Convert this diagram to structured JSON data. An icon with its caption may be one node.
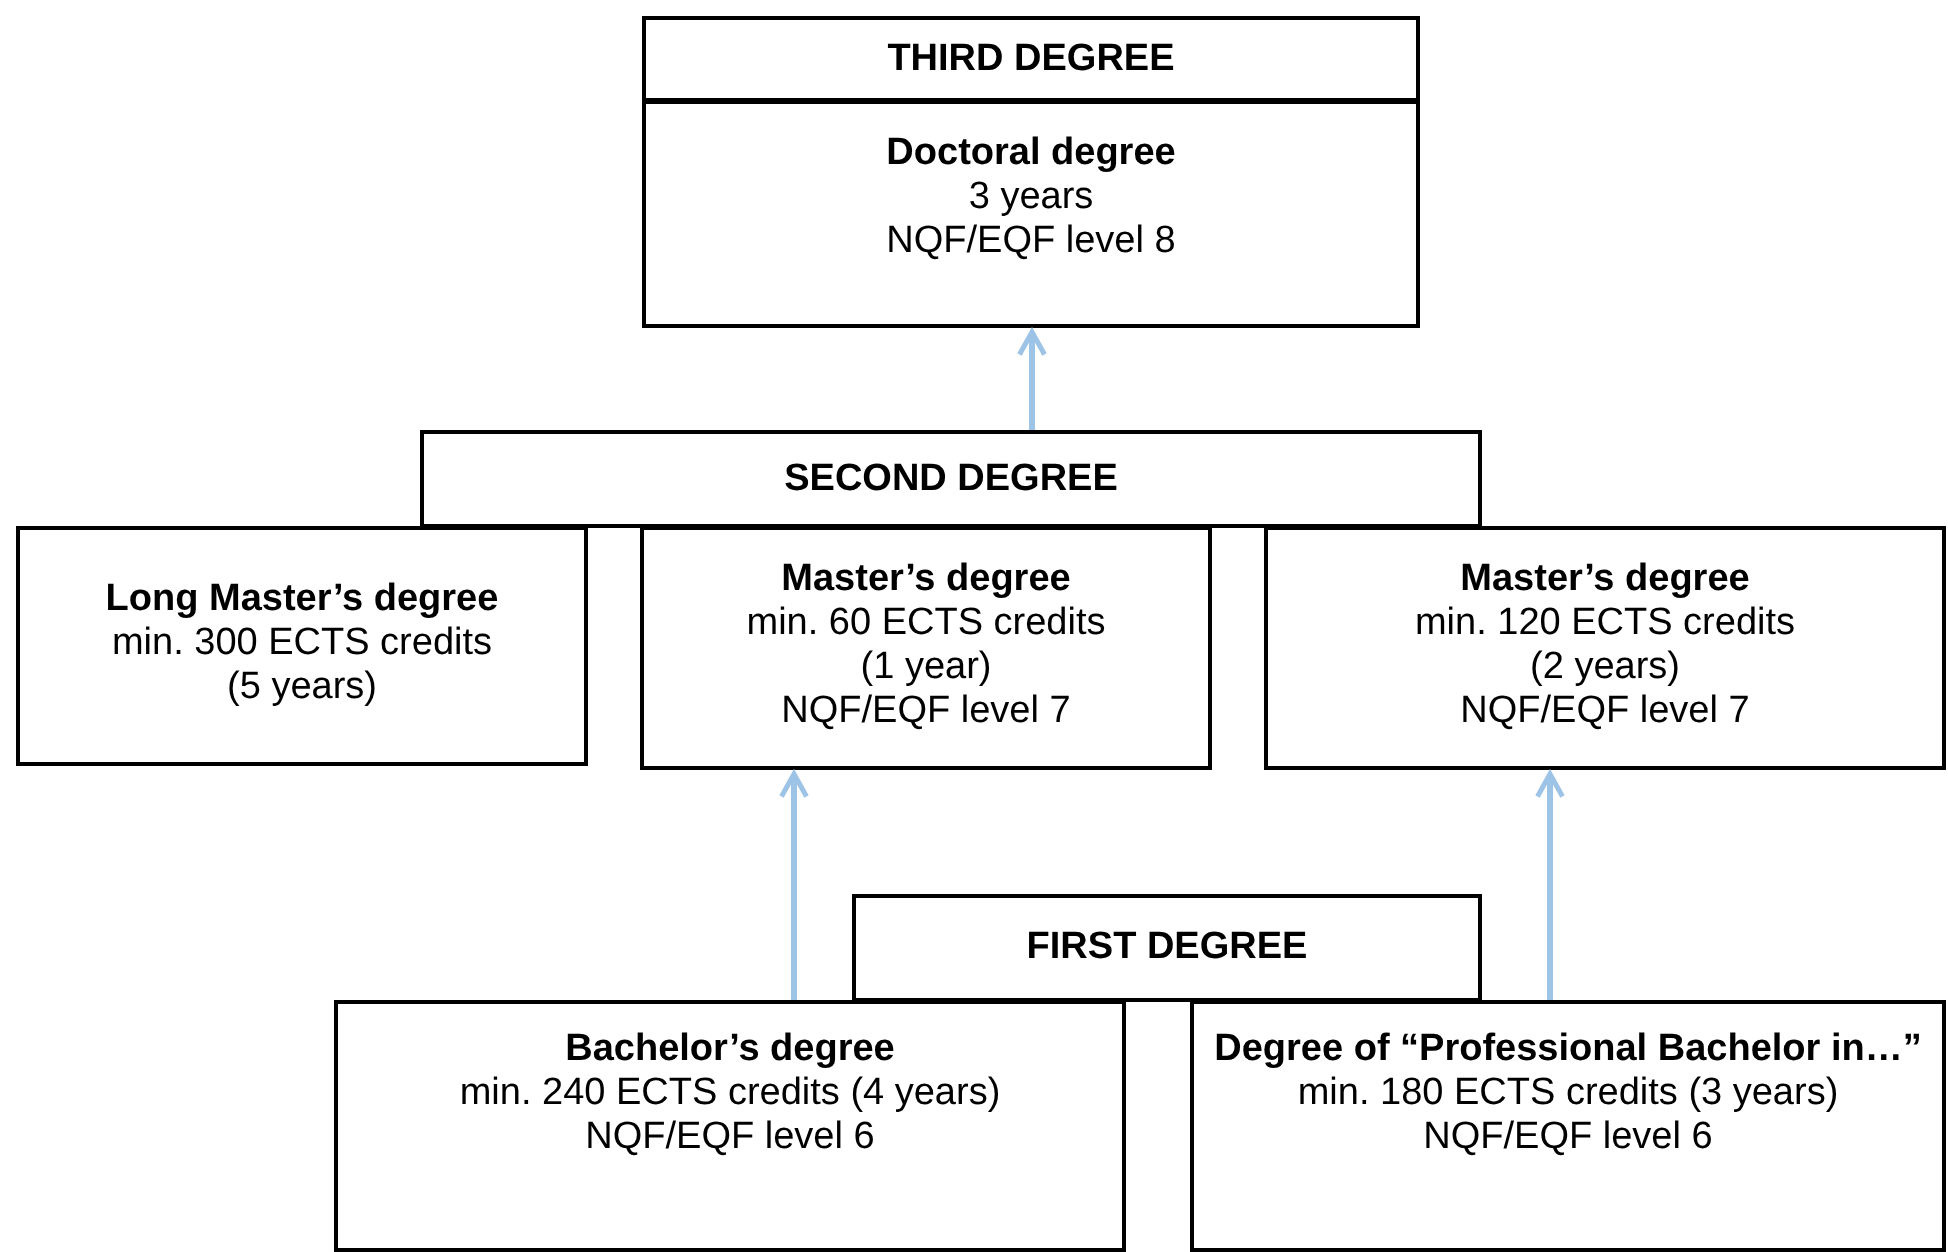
{
  "diagram": {
    "nodes": [
      {
        "text": [
          "THIRD DEGREE"
        ]
      },
      {
        "text": [
          "Doctoral degree",
          "3 years",
          "NQF/EQF level 8"
        ]
      },
      {
        "text": [
          "SECOND DEGREE"
        ]
      },
      {
        "text": [
          "Long Master’s degree",
          "min. 300 ECTS credits",
          "(5 years)"
        ]
      },
      {
        "text": [
          "Master’s degree",
          "min. 60 ECTS credits",
          "(1 year)",
          "NQF/EQF level 7"
        ]
      },
      {
        "text": [
          "Master’s degree",
          "min. 120 ECTS credits",
          "(2 years)",
          "NQF/EQF level 7"
        ]
      },
      {
        "text": [
          "FIRST DEGREE"
        ]
      },
      {
        "text": [
          "Bachelor’s degree",
          "min. 240 ECTS credits (4 years)",
          "NQF/EQF level 6"
        ]
      },
      {
        "text": [
          "Degree of “Professional Bachelor in…”",
          "min. 180 ECTS credits (3 years)",
          "NQF/EQF level 6"
        ]
      }
    ],
    "edges": [
      {
        "from": 2,
        "to": 1,
        "arrow": "to",
        "color": "#9dc3e6"
      },
      {
        "from": 7,
        "to": 4,
        "arrow": "to",
        "color": "#9dc3e6"
      },
      {
        "from": 8,
        "to": 5,
        "arrow": "to",
        "color": "#9dc3e6"
      }
    ]
  }
}
